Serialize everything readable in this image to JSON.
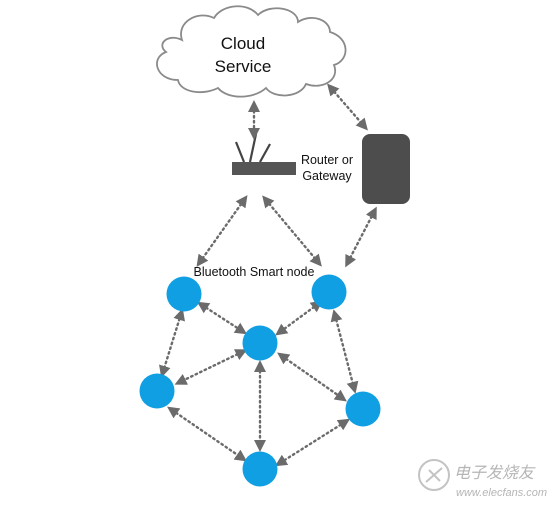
{
  "cloud": {
    "line1": "Cloud",
    "line2": "Service"
  },
  "router": {
    "line1": "Router or",
    "line2": "Gateway"
  },
  "node_label": "Bluetooth Smart node",
  "watermark": {
    "cn": "电子发烧友",
    "en": "www.elecfans.com"
  },
  "colors": {
    "node": "#109fe2",
    "device": "#4d4d4d",
    "router": "#555555",
    "cloud_stroke": "#8a8a8a",
    "link": "#6b6b6b",
    "watermark": "#a9a9a9"
  },
  "icons": {
    "cloud": "cloud-shape",
    "router": "router-icon",
    "device": "mobile-device-icon",
    "watermark_logo": "elecfans-logo-icon"
  }
}
